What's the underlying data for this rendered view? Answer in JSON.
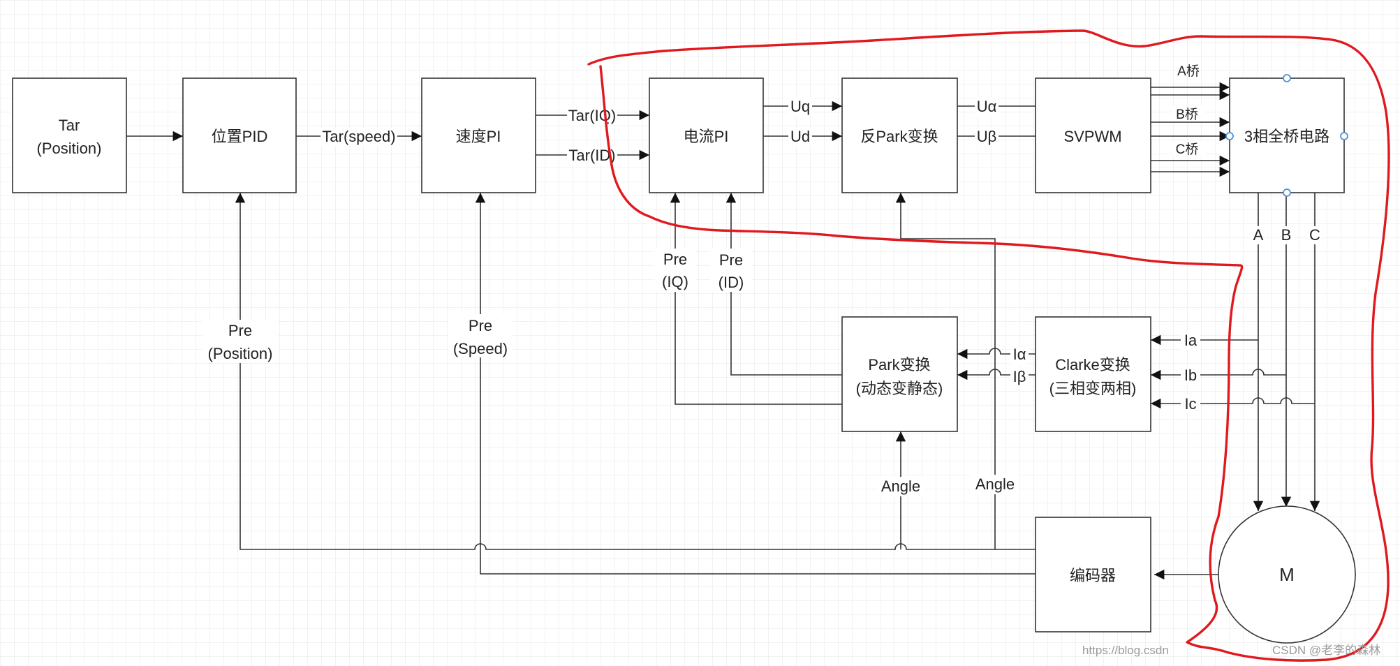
{
  "blocks": {
    "tar_position": {
      "line1": "Tar",
      "line2": "(Position)"
    },
    "position_pid": "位置PID",
    "speed_pi": "速度PI",
    "current_pi": "电流PI",
    "inverse_park": "反Park变换",
    "svpwm": "SVPWM",
    "bridge": "3相全桥电路",
    "park": {
      "line1": "Park变换",
      "line2": "(动态变静态)"
    },
    "clarke": {
      "line1": "Clarke变换",
      "line2": "(三相变两相)"
    },
    "encoder": "编码器",
    "motor": "M"
  },
  "signals": {
    "tar_speed": "Tar(speed)",
    "tar_iq": "Tar(IQ)",
    "tar_id": "Tar(ID)",
    "uq": "Uq",
    "ud": "Ud",
    "u_alpha": "Uα",
    "u_beta": "Uβ",
    "a_bridge": "A桥",
    "b_bridge": "B桥",
    "c_bridge": "C桥",
    "phase_a": "A",
    "phase_b": "B",
    "phase_c": "C",
    "pre_iq": {
      "line1": "Pre",
      "line2": "(IQ)"
    },
    "pre_id": {
      "line1": "Pre",
      "line2": "(ID)"
    },
    "pre_position": {
      "line1": "Pre",
      "line2": "(Position)"
    },
    "pre_speed": {
      "line1": "Pre",
      "line2": "(Speed)"
    },
    "i_alpha": "Iα",
    "i_beta": "Iβ",
    "ia": "Ia",
    "ib": "Ib",
    "ic": "Ic",
    "angle_park": "Angle",
    "angle_inv_park": "Angle"
  },
  "watermark": "CSDN @老李的森林",
  "watermark_url": "https://blog.csdn",
  "colors": {
    "grid": "#e6e6e6",
    "line": "#333333",
    "highlight": "#e0191f",
    "handle": "#4a90d9"
  }
}
